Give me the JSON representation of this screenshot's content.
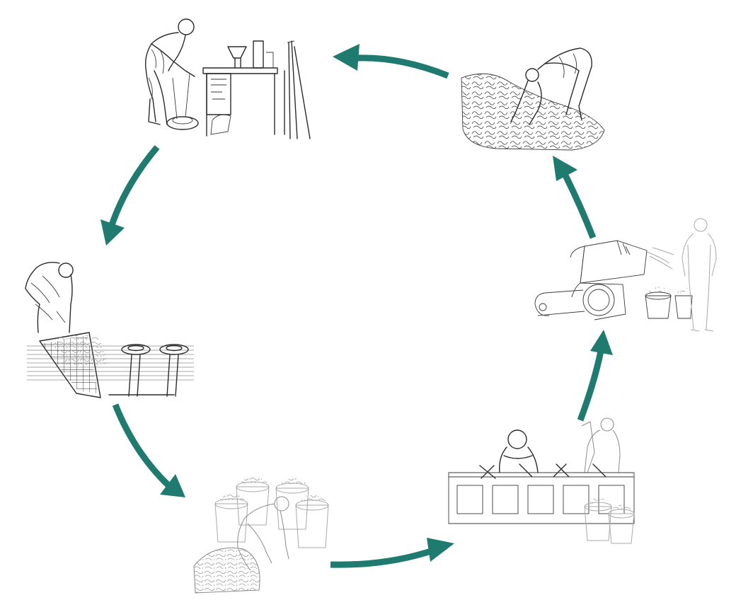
{
  "diagram": {
    "type": "process-cycle",
    "stage_count": 6,
    "stages": [
      {
        "id": "stage-1",
        "icon": "worker-at-shredding-table-icon"
      },
      {
        "id": "stage-2",
        "icon": "worker-at-sorting-net-icon"
      },
      {
        "id": "stage-3",
        "icon": "worker-filling-buckets-icon"
      },
      {
        "id": "stage-4",
        "icon": "workers-at-sorting-bins-icon"
      },
      {
        "id": "stage-5",
        "icon": "worker-at-baling-machine-icon"
      },
      {
        "id": "stage-6",
        "icon": "worker-gathering-scrap-icon"
      }
    ],
    "arrow_color": "#1f7a70",
    "line_color": "#2a2a2a",
    "fade_color": "#9a9a9a"
  }
}
